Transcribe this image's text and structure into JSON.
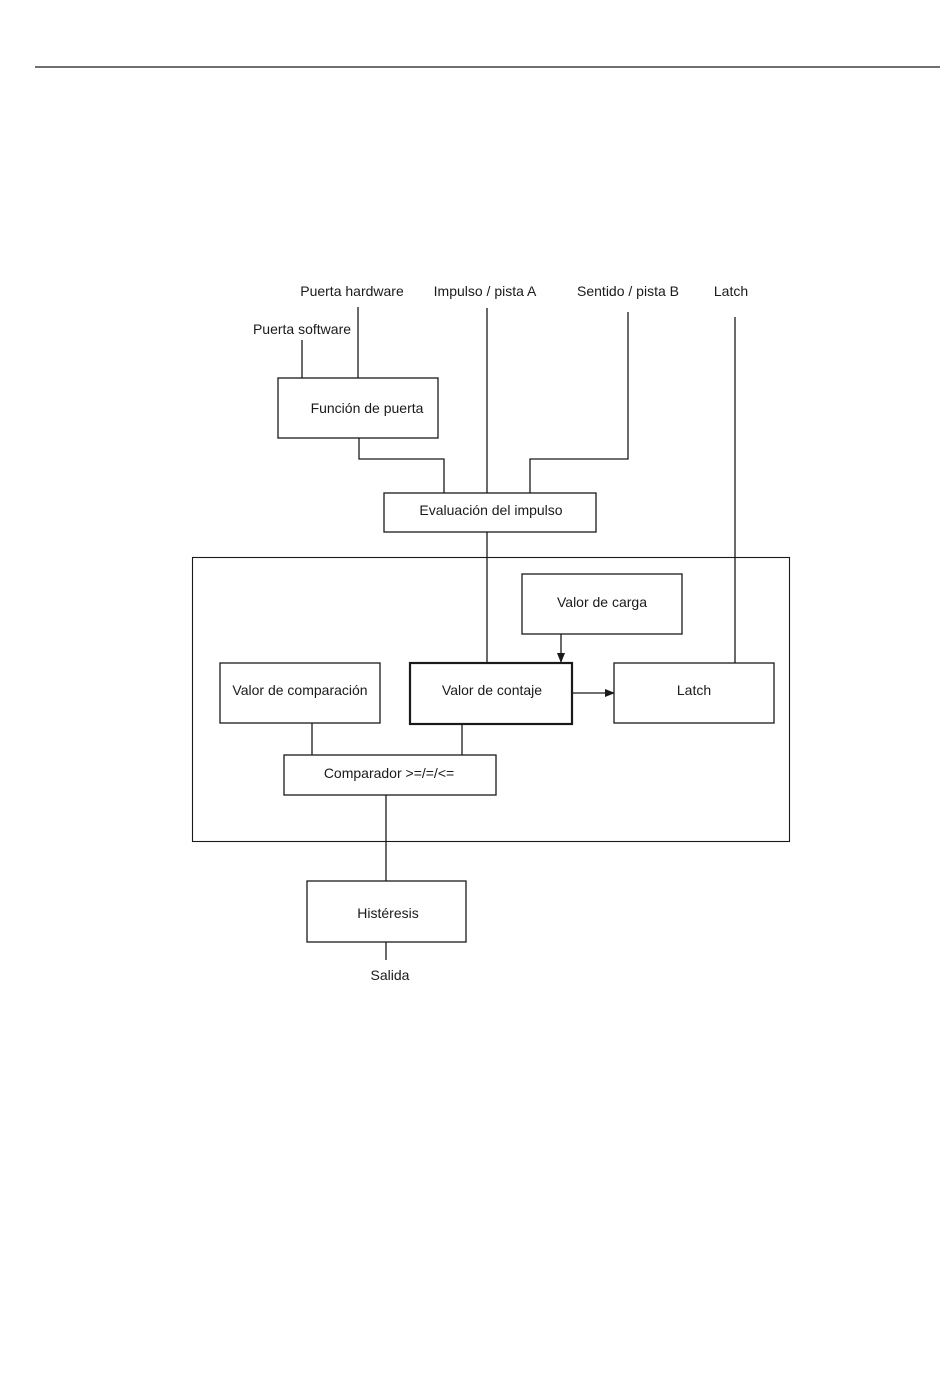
{
  "diagram": {
    "inputs": {
      "hardware_gate": "Puerta hardware",
      "software_gate": "Puerta software",
      "pulse_track_a": "Impulso / pista A",
      "direction_track_b": "Sentido / pista B",
      "latch": "Latch"
    },
    "blocks": {
      "gate_function": "Función de puerta",
      "pulse_evaluation": "Evaluación del impulso",
      "load_value": "Valor de carga",
      "compare_value": "Valor de comparación",
      "count_value": "Valor de contaje",
      "latch": "Latch",
      "comparator": "Comparador >=/=/<=",
      "hysteresis": "Histéresis"
    },
    "output": "Salida"
  }
}
